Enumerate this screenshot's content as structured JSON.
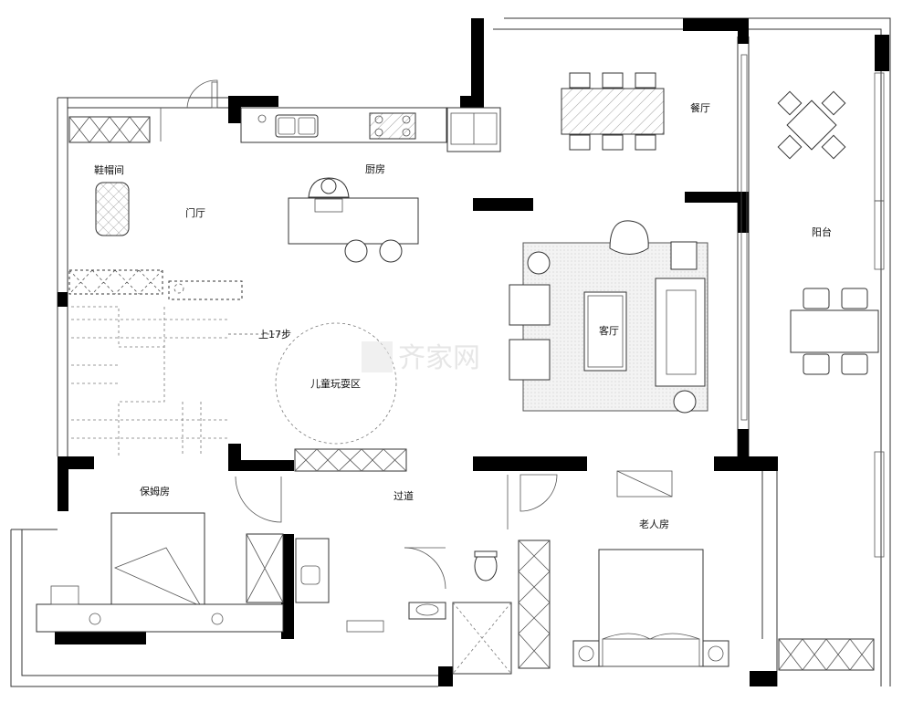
{
  "rooms": {
    "shoe_room": "鞋帽间",
    "entrance": "门厅",
    "kitchen": "厨房",
    "dining": "餐厅",
    "balcony": "阳台",
    "living": "客厅",
    "stairs_note": "上17步",
    "kids_play": "儿童玩耍区",
    "nanny_room": "保姆房",
    "corridor": "过道",
    "elder_room": "老人房"
  },
  "watermark": "齐家网",
  "colors": {
    "wall": "#000000",
    "line": "#333333",
    "rug": "#f2f2f2",
    "hatch": "#888888"
  }
}
